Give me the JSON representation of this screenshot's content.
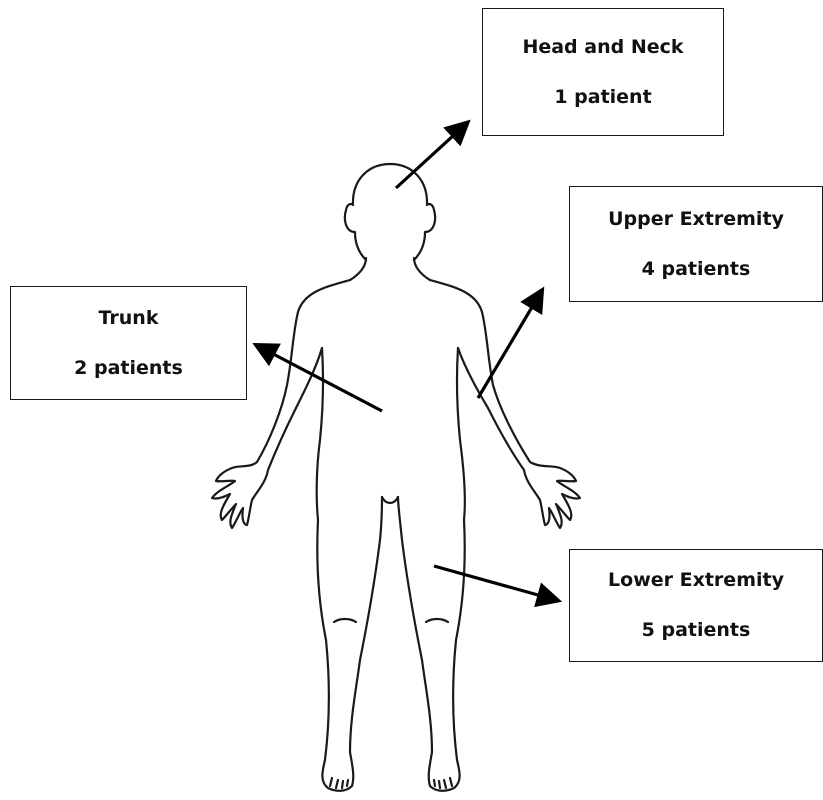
{
  "regions": [
    {
      "id": "head",
      "name": "Head and Neck",
      "count_text": "1 patient",
      "patients": 1
    },
    {
      "id": "upper",
      "name": "Upper Extremity",
      "count_text": "4 patients",
      "patients": 4
    },
    {
      "id": "trunk",
      "name": "Trunk",
      "count_text": "2 patients",
      "patients": 2
    },
    {
      "id": "lower",
      "name": "Lower Extremity",
      "count_text": "5 patients",
      "patients": 5
    }
  ],
  "colors": {
    "outline": "#1a1a1a",
    "arrow": "#000000",
    "background": "#ffffff"
  }
}
